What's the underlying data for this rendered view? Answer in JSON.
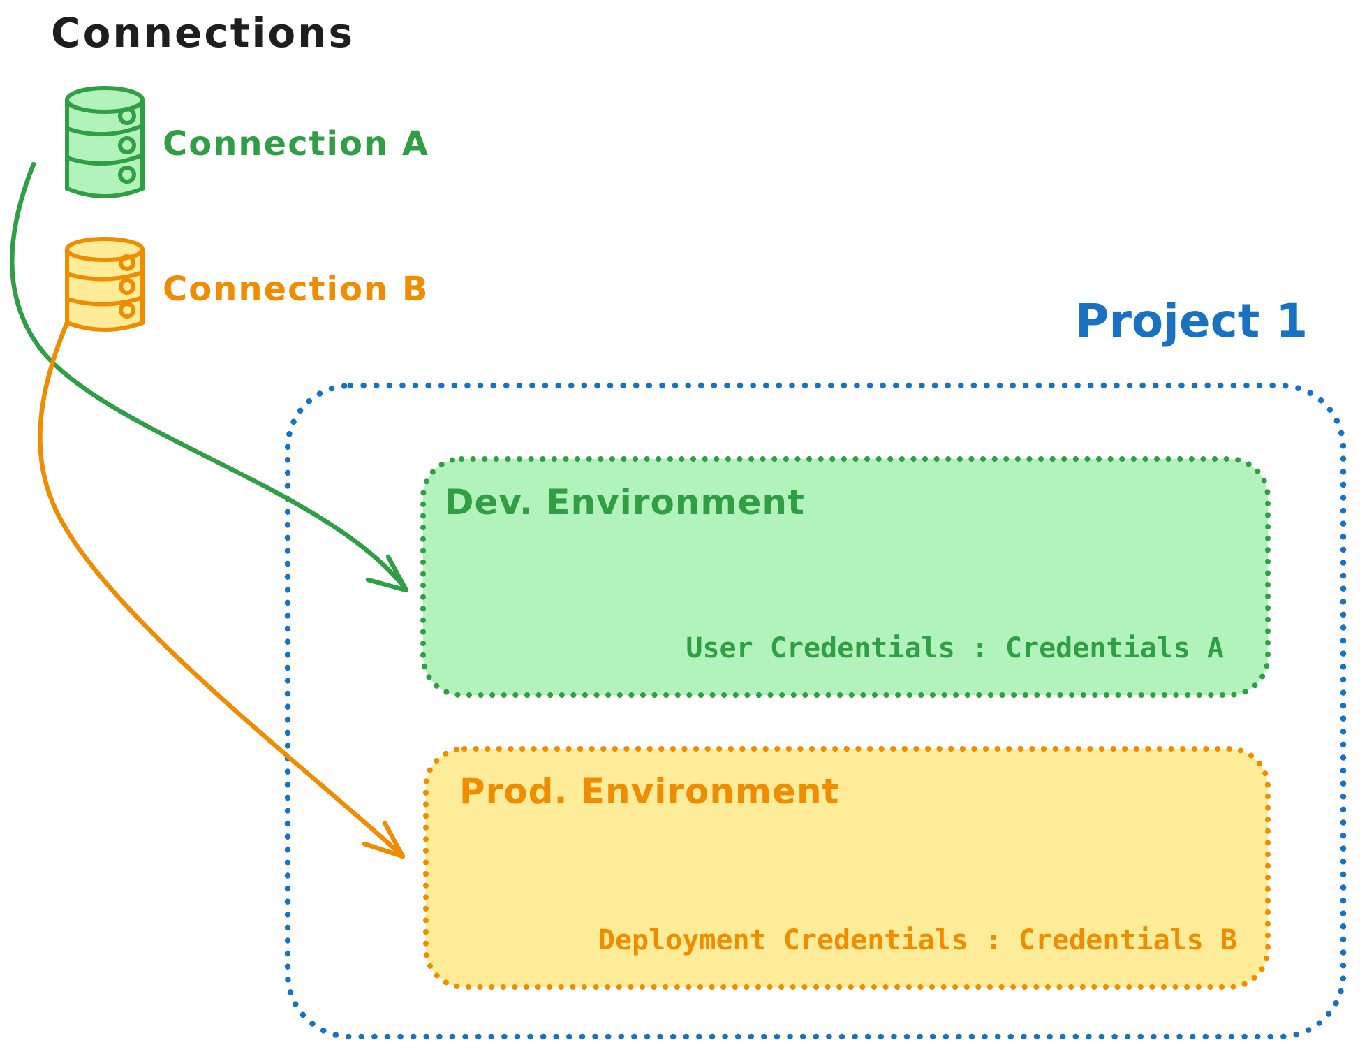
{
  "diagram": {
    "title": "Connections",
    "title_color": "#1e1e1e",
    "connections": [
      {
        "label": "Connection A",
        "color": "#2f9e44",
        "fill": "#b2f2bb",
        "icon": "database-icon"
      },
      {
        "label": "Connection B",
        "color": "#f08c00",
        "fill": "#ffec99",
        "icon": "database-icon"
      }
    ],
    "project": {
      "title": "Project 1",
      "title_color": "#1971c2",
      "border_color": "#1971c2",
      "border_style": "dotted",
      "environments": [
        {
          "name": "Dev. Environment",
          "credentials": "User Credentials : Credentials A",
          "border_color": "#2f9e44",
          "fill_color": "#b2f2bb"
        },
        {
          "name": "Prod. Environment",
          "credentials": "Deployment Credentials : Credentials B",
          "border_color": "#f08c00",
          "fill_color": "#ffec99"
        }
      ]
    },
    "arrows": [
      {
        "from": "Connection A",
        "to": "Dev. Environment",
        "color": "#2f9e44"
      },
      {
        "from": "Connection B",
        "to": "Prod. Environment",
        "color": "#f08c00"
      }
    ]
  }
}
